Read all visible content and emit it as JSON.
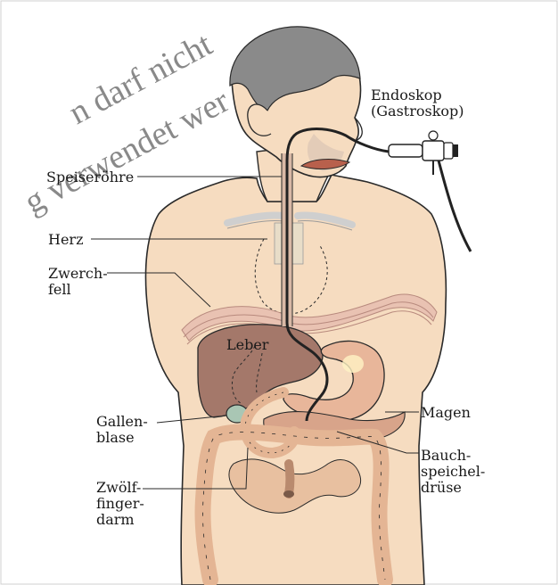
{
  "watermark": {
    "line1": "n darf nicht",
    "line2": "g verwendet wer"
  },
  "labels": {
    "endoskop": "Endoskop\n(Gastroskop)",
    "speiseroehre": "Speiseröhre",
    "herz": "Herz",
    "zwerchfell": "Zwerch-\nfell",
    "leber": "Leber",
    "gallenblase": "Gallen-\nblase",
    "magen": "Magen",
    "bauchspeicheldruese": "Bauch-\nspeichel-\ndrüse",
    "zwoelffingerdarm": "Zwölf-\nfinger-\ndarm"
  },
  "colors": {
    "skin": "#f6dcc0",
    "skin_outline": "#2a2a2a",
    "hair": "#8a8a8a",
    "liver": "#a4786a",
    "stomach": "#e8b69a",
    "intestine": "#e4b594",
    "gallbladder": "#a9c6b4",
    "endoscope": "#222222"
  }
}
